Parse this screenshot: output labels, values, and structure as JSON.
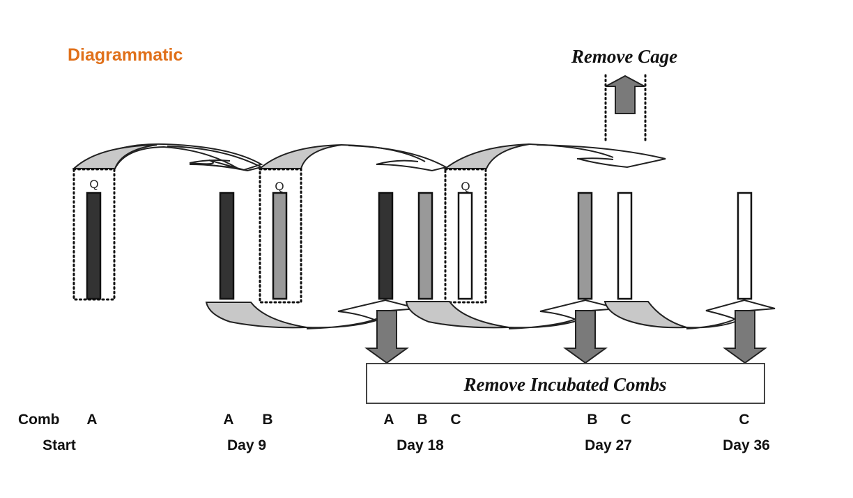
{
  "title": "Diagrammatic",
  "remove_cage_label": "Remove Cage",
  "remove_combs_label": "Remove Incubated Combs",
  "queen_marker": "Q",
  "comb_row_label": "Comb",
  "colors": {
    "title": "#e0701a",
    "comb_A": "#333333",
    "comb_B": "#999999",
    "comb_C": "#ffffff",
    "arrow_fill": "#7a7a7a",
    "arc_fill": "#c8c8c8"
  },
  "stages": [
    {
      "label": "Start",
      "combs": [
        "A"
      ],
      "queen_comb": "A"
    },
    {
      "label": "Day 9",
      "combs": [
        "A",
        "B"
      ],
      "queen_comb": "B"
    },
    {
      "label": "Day 18",
      "combs": [
        "A",
        "B",
        "C"
      ],
      "queen_comb": "C"
    },
    {
      "label": "Day 27",
      "combs": [
        "B",
        "C"
      ],
      "queen_comb": null
    },
    {
      "label": "Day 36",
      "combs": [
        "C"
      ],
      "queen_comb": null
    }
  ],
  "comb_letters": {
    "start": [
      "A"
    ],
    "day9": [
      "A",
      "B"
    ],
    "day18": [
      "A",
      "B",
      "C"
    ],
    "day27": [
      "B",
      "C"
    ],
    "day36": [
      "C"
    ]
  },
  "removal_events": [
    "Day 18",
    "Day 27",
    "Day 36"
  ],
  "cage_removed_at": "Day 27"
}
